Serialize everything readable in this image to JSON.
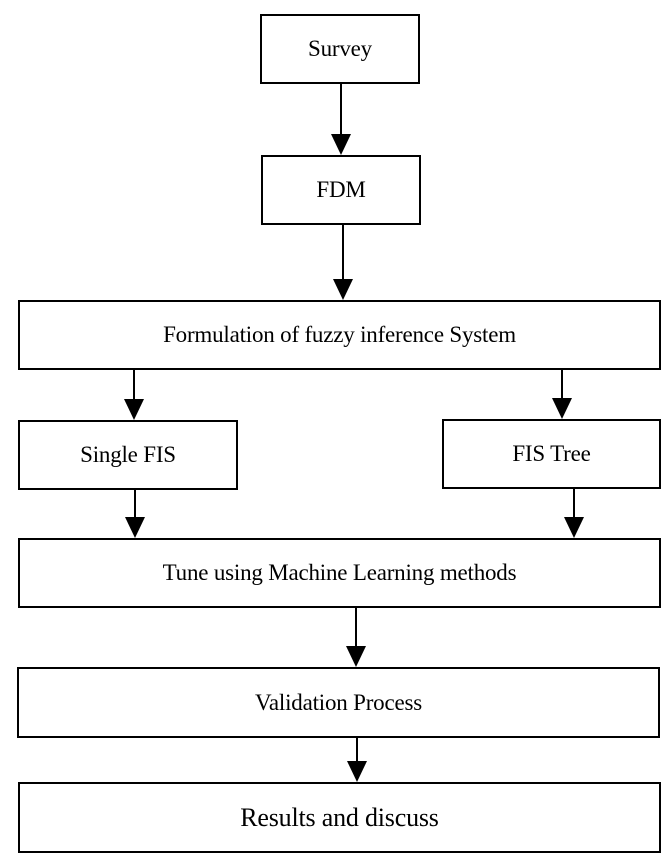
{
  "diagram": {
    "type": "flowchart",
    "direction": "top-to-bottom",
    "nodes": [
      {
        "id": "survey",
        "label": "Survey"
      },
      {
        "id": "fdm",
        "label": "FDM"
      },
      {
        "id": "formulation",
        "label": "Formulation of fuzzy inference System"
      },
      {
        "id": "single_fis",
        "label": "Single FIS"
      },
      {
        "id": "fis_tree",
        "label": "FIS Tree"
      },
      {
        "id": "tune",
        "label": "Tune using Machine Learning methods"
      },
      {
        "id": "validation",
        "label": "Validation Process"
      },
      {
        "id": "results",
        "label": "Results and discuss"
      }
    ],
    "edges": [
      {
        "from": "survey",
        "to": "fdm"
      },
      {
        "from": "fdm",
        "to": "formulation"
      },
      {
        "from": "formulation",
        "to": "single_fis"
      },
      {
        "from": "formulation",
        "to": "fis_tree"
      },
      {
        "from": "single_fis",
        "to": "tune"
      },
      {
        "from": "fis_tree",
        "to": "tune"
      },
      {
        "from": "tune",
        "to": "validation"
      },
      {
        "from": "validation",
        "to": "results"
      }
    ]
  }
}
